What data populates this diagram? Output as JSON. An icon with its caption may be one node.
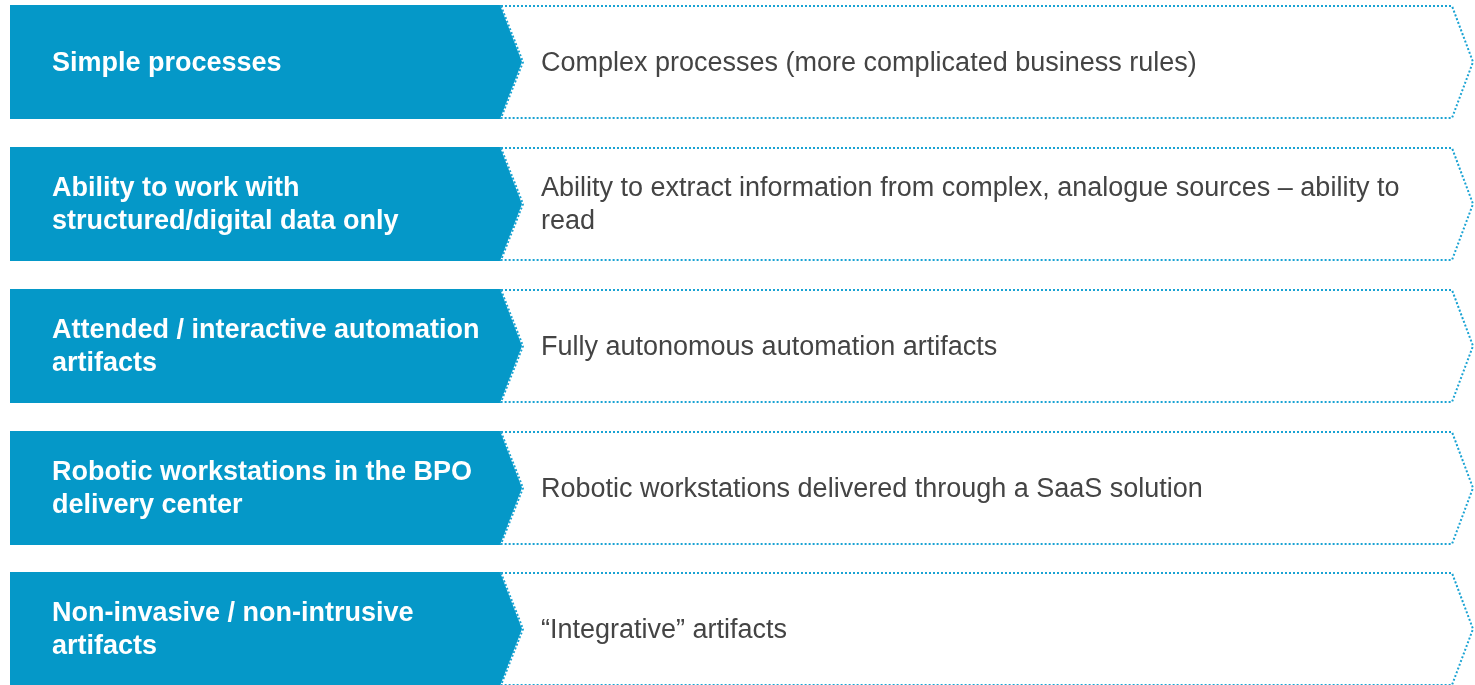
{
  "diagram": {
    "nodes": [
      {
        "text": [
          "Simple processes"
        ]
      },
      {
        "text": [
          "Complex processes (more complicated business rules)"
        ]
      },
      {
        "text": [
          "Ability to work with structured/digital data only"
        ]
      },
      {
        "text": [
          "Ability to extract information from complex, analogue sources – ability to read"
        ]
      },
      {
        "text": [
          "Attended / interactive automation artifacts"
        ]
      },
      {
        "text": [
          "Fully autonomous automation artifacts"
        ]
      },
      {
        "text": [
          "Robotic workstations in the BPO delivery center"
        ]
      },
      {
        "text": [
          "Robotic workstations delivered through a SaaS solution"
        ]
      },
      {
        "text": [
          "Non-invasive / non-intrusive artifacts"
        ]
      },
      {
        "text": [
          "“Integrative” artifacts"
        ]
      }
    ]
  }
}
